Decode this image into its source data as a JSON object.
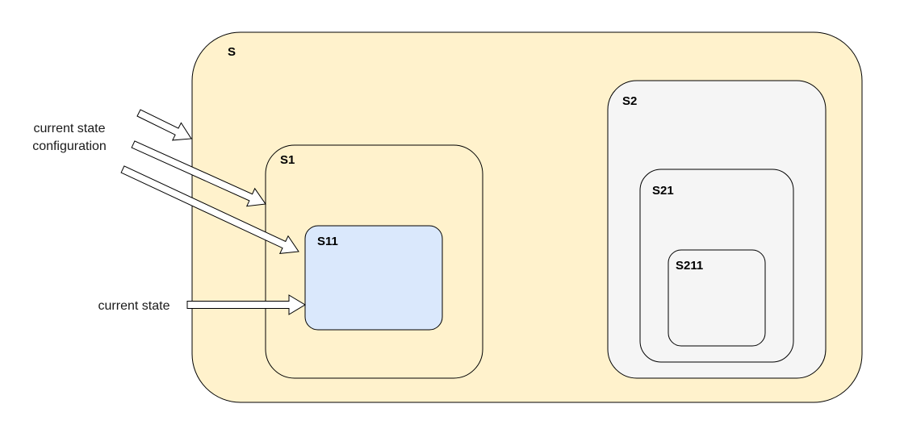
{
  "diagram": {
    "colors": {
      "outer_state_fill": "#fff2cc",
      "inactive_state_fill": "#f5f5f5",
      "current_state_fill": "#dae8fc",
      "stroke": "#000000",
      "arrow_fill": "#ffffff"
    },
    "states": {
      "s": {
        "label": "S"
      },
      "s1": {
        "label": "S1"
      },
      "s11": {
        "label": "S11"
      },
      "s2": {
        "label": "S2"
      },
      "s21": {
        "label": "S21"
      },
      "s211": {
        "label": "S211"
      }
    },
    "annotations": {
      "configuration_line1": "current state",
      "configuration_line2": "configuration",
      "current_state": "current state"
    }
  }
}
